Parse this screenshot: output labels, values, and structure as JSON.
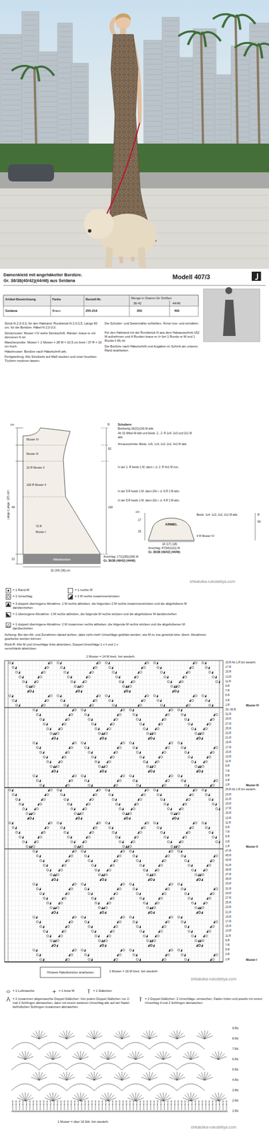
{
  "diagram": {
    "nodes": [
      {
        "text": [
          "Muster IV",
          "Muster III",
          "10 R Muster II",
          "106 R Muster II",
          "72 R",
          "Muster I"
        ]
      },
      {
        "text": [
          "Häkelbordüre"
        ]
      },
      {
        "text": [
          "ÄRMEL"
        ]
      },
      {
        "text": [
          "Hinweis Häkelbordüre anarbeiten"
        ]
      }
    ],
    "labels": [
      "Damenkleid mit angehäkelter Bordüre.",
      "Gr. 36/38(40/42)(44/46) aus Seidana",
      "Modell 407/3",
      "Artikel-Bezeichnung",
      "Farbe",
      "Bestell-Nr.",
      "Menge in Gramm für Größen",
      "36-42",
      "44/46",
      "Seidana",
      "Braun",
      "255-216",
      "350",
      "400",
      "Strick-N 2,0-3,0; für den Halsrand: Rundstrick-N 2,0-2,5, Länge 60 cm; für die Bordüre: Häkel-N 2,0-3,0.",
      "Strickmuster: Muster I-IV siehe Strickschrift. Ränder: kraus re mit dünneren N str.",
      "Maschenprobe: Muster I: 2 Muster = 28 M = 10,5 cm breit / 37 R = 10 cm hoch.",
      "Häkelmuster: Bordüre nach Häkelschrift arb.",
      "Fertigstellung: Alle Strickteile auf Maß stecken und unter feuchten Tüchern trocknen lassen.",
      "Die Schulter- und Seitennähte schließen. Ärmel zus- und einnähen.",
      "Für den Halsrand mit der Rundstrick-N aus dem Halsausschnitt 152 M aufnehmen und 4 Runden kraus re (= fort 1 Runde re M und 1 Runde li M) str.",
      "Die Bordüre nach Häkelschrift und Angaben im Schnitt am unteren Rand anarbeiten.",
      "cm",
      "R",
      "Schultern:",
      "Beidseitig 18(21)(24) M abk.",
      "Ab 31 Mittel-M abk und beids. 2., 2. R 1x4, 2x3 und 2x1 M abk.",
      "Armausschnitte: Beids. 1x5, 1x4, 1x3, 2x2, 4x1 M abk.",
      "In der 1. R beids 1 M, dann i. d. 2. R 4x1 M zun.",
      "In der 5.R beids 1 M, dann 24x i. d. 6.R 1 M abn.",
      "In der 5.R beids 1 M, dann 20x i. d. 4.R 1 M abn.",
      "Anschlag: 171(185)(199) M",
      "Gr. 36/38 (40/42) (44/46)",
      "32 (34) (36) cm",
      "Länge (Länge: 125 cm)",
      "49",
      "13",
      "190",
      "62",
      "Anschlag: 87(94)(101) M",
      "Gr. 36/38 (40/42) (44/46)",
      "16 (17) (18)",
      "Beids. 1x4, 1x3, 2x2, 2x1 M abk.",
      "60",
      "4 R Muster IV",
      "R",
      "cm",
      "17",
      "15",
      "shkatulka-rukodeliya.com",
      "Achtung: Bei den Ab- und Zunahmen darauf achten, dass nicht mehr Umschläge gebildet werden, wie M zu zus gestrickt bzw. überz. Abnahmen gearbeitet werden können",
      "Rück-R: Alle M und Umschläge links abstricken, Doppel-Umschläge 1 x li und 1 x verschränkt abstricken",
      "1 Muster = 14 M breit, fort wiederh.",
      "19.R Ab 1.R fort wiederh.",
      "17.R",
      "15.R",
      "13.R",
      "11.R",
      "9.R",
      "7.R",
      "5.R",
      "3.R",
      "1.R",
      "Muster IV",
      "33.-36.R",
      "31.R",
      "29.R",
      "27.R",
      "25.R",
      "23.R",
      "21.R",
      "19.R",
      "17.R",
      "15.R",
      "13.R",
      "11.R",
      "9.R",
      "7.R",
      "5.R",
      "3.R",
      "1.R",
      "Muster III",
      "25.R Ab 1.R fort wiederh.",
      "23.R",
      "21.R",
      "19.R",
      "17.R",
      "15.R",
      "13.R",
      "11.R",
      "9.R",
      "7.R",
      "5.R",
      "3.R",
      "1.R",
      "Muster II",
      "47.R",
      "45.R",
      "43.R",
      "41.R",
      "39.R",
      "37.R",
      "35.R",
      "33.R",
      "31.R",
      "29.R",
      "27.R",
      "25.R",
      "23.R",
      "21.R",
      "19.R",
      "17.R",
      "15.R",
      "13.R",
      "11.R",
      "9.R",
      "7.R",
      "5.R",
      "3.R",
      "1.R",
      "Muster I",
      "1 Muster = 16 M breit, fort wiederh.",
      "shkatulka-rukodeliya.com",
      "9.Rd",
      "8.Rd",
      "7.Rd",
      "6.Rd",
      "5.Rd",
      "4.Rd",
      "3.Rd",
      "2.Rd",
      "1.Rd",
      "1 Muster = über 16 Stb. fort wiederh.",
      "shkatulka-rukodeliya.com"
    ],
    "legend": [
      {
        "text": "= 1 Rand-M"
      },
      {
        "text": "= 1 rechte M"
      },
      {
        "text": "= 1 Umschlag"
      },
      {
        "text": "= 2 M rechts zusammenstricken"
      },
      {
        "text": "= 3 doppelt überzogene Abnahme: 1 M rechts abheben, die folgenden 2 M rechts zusammenstricken und die abgehobene M darüberziehen"
      },
      {
        "text": "= 1 überzogene Abnahme: 1 M rechts abheben, die folgende M rechts stricken und die abgehobene M darüberziehen"
      },
      {
        "text": "= 1 doppelt überzogene Abnahme: 2 M zusammen rechts abheben, die folgende M rechts stricken und die abgehobenen M darüberziehen"
      },
      {
        "text": "= 1 Luftmasche"
      },
      {
        "text": "= 1 feste M"
      },
      {
        "text": "= 1 Stäbchen"
      },
      {
        "text": "= 2 zusammen abgemaschte Doppel-Stäbchen: Von jedem Doppel-Stäbchen nur 2-mal 2 Schlingen abmaschen, dann mit einem weiteren Umschlag alle auf der Nadel befindlichen Schlingen zusammen abmaschen."
      },
      {
        "text": "= 1 Doppel-Stäbchen: 2 Umschläge, einstechen, Faden holen und jeweils mit einem Umschlag 3-mal 2 Schlingen abmaschen."
      }
    ]
  }
}
